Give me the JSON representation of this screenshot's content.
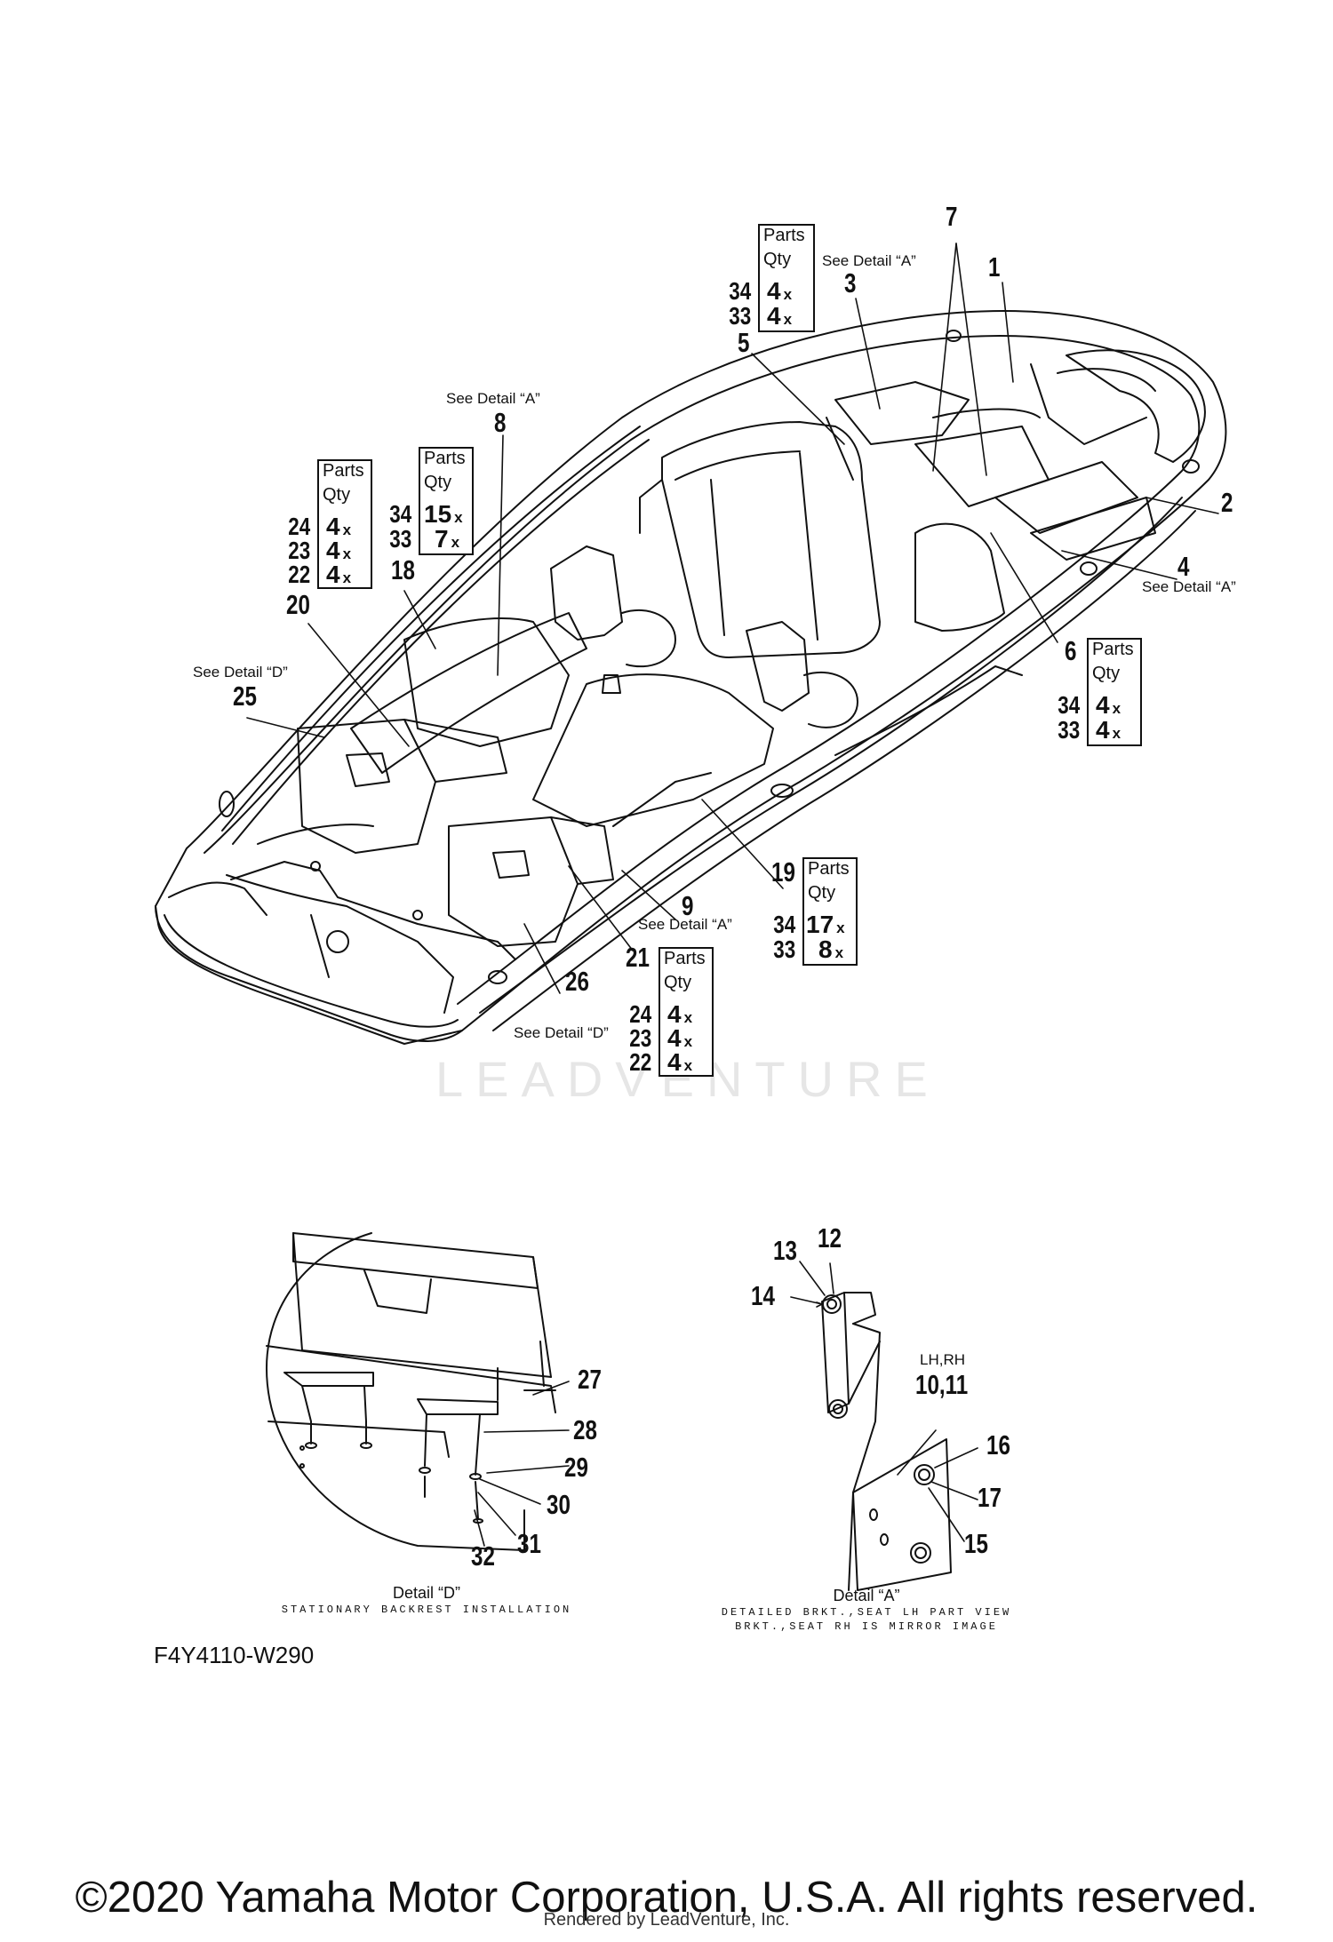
{
  "diagram_code": "F4Y4110-W290",
  "copyright": "©2020 Yamaha Motor Corporation, U.S.A. All rights reserved.",
  "rendered_by": "Rendered by LeadVenture, Inc.",
  "watermark": "LEADVENTURE",
  "qty_header": [
    "Parts",
    "Qty"
  ],
  "callouts": [
    "1",
    "2",
    "3",
    "4",
    "5",
    "6",
    "7",
    "8",
    "9",
    "10,11",
    "12",
    "13",
    "14",
    "15",
    "16",
    "17",
    "18",
    "19",
    "20",
    "21",
    "25",
    "26",
    "27",
    "28",
    "29",
    "30",
    "31",
    "32"
  ],
  "notes": {
    "detail_a": "See Detail “A”",
    "detail_d": "See Detail “D”",
    "lh_rh": "LH,RH"
  },
  "qty_tables": [
    {
      "rows": [
        {
          "part": "34",
          "qty": "4",
          "x": "x"
        },
        {
          "part": "33",
          "qty": "4",
          "x": "x"
        }
      ]
    },
    {
      "rows": [
        {
          "part": "34",
          "qty": "15",
          "x": "x"
        },
        {
          "part": "33",
          "qty": "7",
          "x": "x"
        }
      ]
    },
    {
      "rows": [
        {
          "part": "24",
          "qty": "4",
          "x": "x"
        },
        {
          "part": "23",
          "qty": "4",
          "x": "x"
        },
        {
          "part": "22",
          "qty": "4",
          "x": "x"
        }
      ]
    },
    {
      "rows": [
        {
          "part": "34",
          "qty": "4",
          "x": "x"
        },
        {
          "part": "33",
          "qty": "4",
          "x": "x"
        }
      ]
    },
    {
      "rows": [
        {
          "part": "34",
          "qty": "17",
          "x": "x"
        },
        {
          "part": "33",
          "qty": "8",
          "x": "x"
        }
      ]
    },
    {
      "rows": [
        {
          "part": "24",
          "qty": "4",
          "x": "x"
        },
        {
          "part": "23",
          "qty": "4",
          "x": "x"
        },
        {
          "part": "22",
          "qty": "4",
          "x": "x"
        }
      ]
    }
  ],
  "detail_d": {
    "title": "Detail “D”",
    "subtitle": "STATIONARY BACKREST INSTALLATION"
  },
  "detail_a": {
    "title": "Detail “A”",
    "subtitle1": "DETAILED BRKT.,SEAT LH PART VIEW",
    "subtitle2": "BRKT.,SEAT RH IS MIRROR IMAGE"
  }
}
